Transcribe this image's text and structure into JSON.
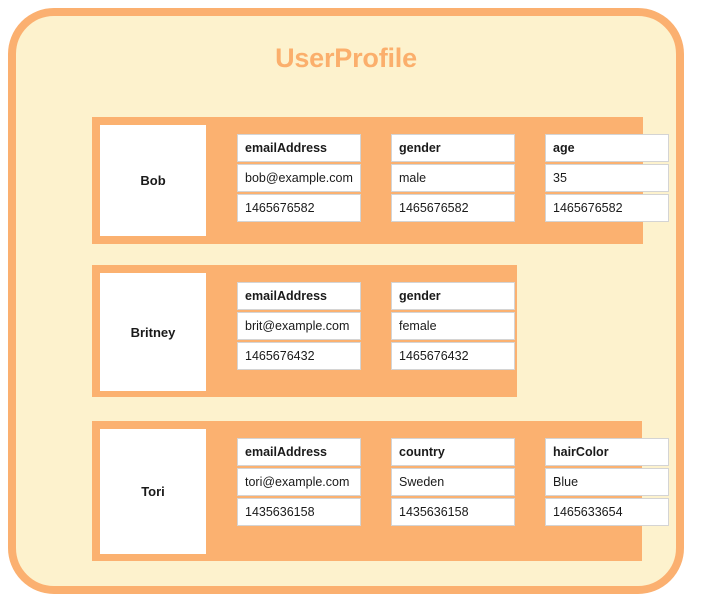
{
  "diagram": {
    "title": "UserProfile",
    "colors": {
      "outer_border": "#fbb070",
      "outer_fill": "#fdf2cd",
      "title_text": "#fbaf6c",
      "row_band": "#fbb170",
      "cell_fill": "#ffffff",
      "cell_border": "#d4d4d4",
      "text": "#1a1a1a"
    },
    "users": [
      {
        "name": "Bob",
        "fields": [
          {
            "key": "emailAddress",
            "value": "bob@example.com",
            "meta": "1465676582"
          },
          {
            "key": "gender",
            "value": "male",
            "meta": "1465676582"
          },
          {
            "key": "age",
            "value": "35",
            "meta": "1465676582"
          }
        ]
      },
      {
        "name": "Britney",
        "fields": [
          {
            "key": "emailAddress",
            "value": "brit@example.com",
            "meta": "1465676432"
          },
          {
            "key": "gender",
            "value": "female",
            "meta": "1465676432"
          }
        ]
      },
      {
        "name": "Tori",
        "fields": [
          {
            "key": "emailAddress",
            "value": "tori@example.com",
            "meta": "1435636158"
          },
          {
            "key": "country",
            "value": "Sweden",
            "meta": "1435636158"
          },
          {
            "key": "hairColor",
            "value": "Blue",
            "meta": "1465633654"
          }
        ]
      }
    ]
  }
}
